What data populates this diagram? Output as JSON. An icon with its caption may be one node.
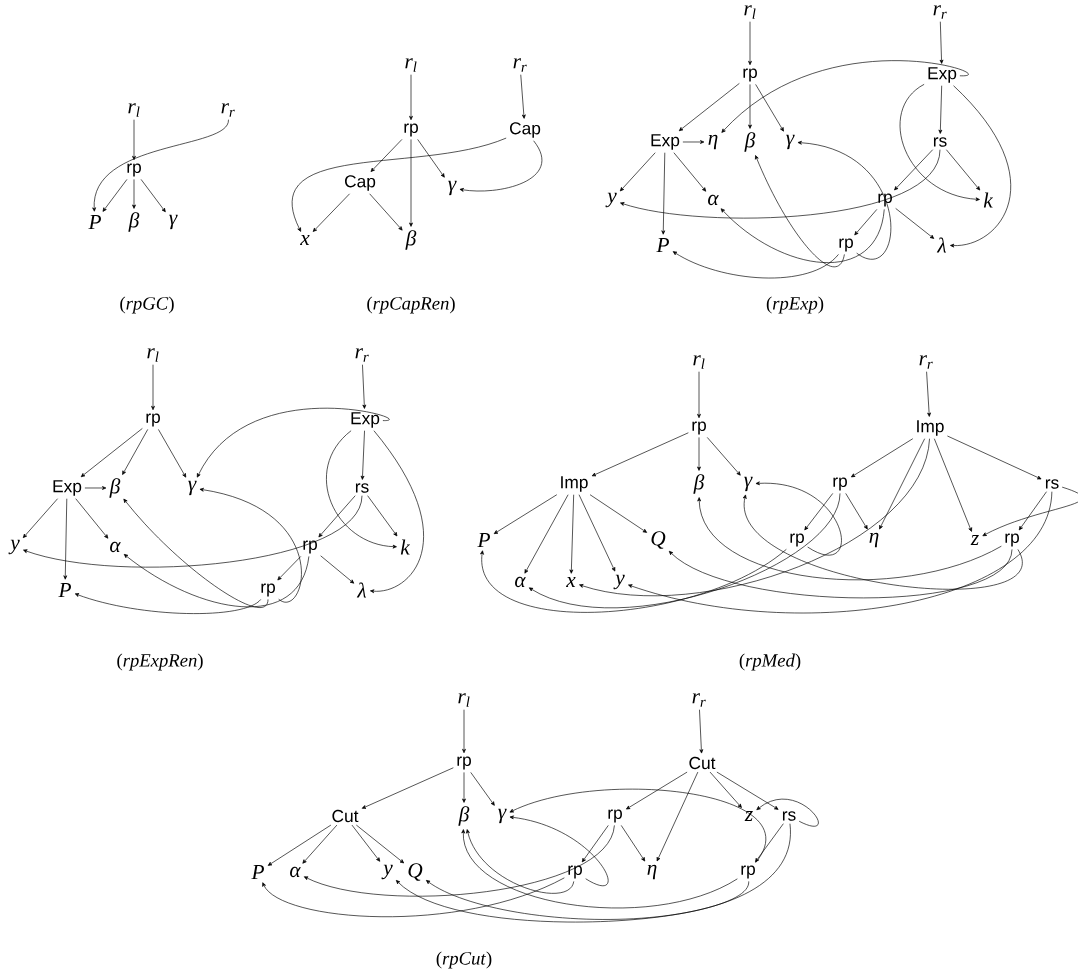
{
  "diagram": {
    "nodes": [
      {
        "text": [
          "r$_{l}$"
        ]
      },
      {
        "text": [
          "r$_{r}$"
        ]
      },
      {
        "text": [
          "rp"
        ]
      },
      {
        "text": [
          "P"
        ]
      },
      {
        "text": [
          "β"
        ]
      },
      {
        "text": [
          "γ"
        ]
      },
      {
        "text": [
          "r$_{l}$"
        ]
      },
      {
        "text": [
          "r$_{r}$"
        ]
      },
      {
        "text": [
          "rp"
        ]
      },
      {
        "text": [
          "Cap"
        ]
      },
      {
        "text": [
          "Cap"
        ]
      },
      {
        "text": [
          "γ"
        ]
      },
      {
        "text": [
          "x"
        ]
      },
      {
        "text": [
          "β"
        ]
      },
      {
        "text": [
          "r$_{l}$"
        ]
      },
      {
        "text": [
          "r$_{r}$"
        ]
      },
      {
        "text": [
          "rp"
        ]
      },
      {
        "text": [
          "Exp"
        ]
      },
      {
        "text": [
          "Exp"
        ]
      },
      {
        "text": [
          "η"
        ]
      },
      {
        "text": [
          "β"
        ]
      },
      {
        "text": [
          "γ"
        ]
      },
      {
        "text": [
          "rs"
        ]
      },
      {
        "text": [
          "y"
        ]
      },
      {
        "text": [
          "α"
        ]
      },
      {
        "text": [
          "rp"
        ]
      },
      {
        "text": [
          "k"
        ]
      },
      {
        "text": [
          "P"
        ]
      },
      {
        "text": [
          "rp"
        ]
      },
      {
        "text": [
          "λ"
        ]
      },
      {
        "text": [
          "r$_{l}$"
        ]
      },
      {
        "text": [
          "r$_{r}$"
        ]
      },
      {
        "text": [
          "rp"
        ]
      },
      {
        "text": [
          "Exp"
        ]
      },
      {
        "text": [
          "Exp"
        ]
      },
      {
        "text": [
          "β"
        ]
      },
      {
        "text": [
          "γ"
        ]
      },
      {
        "text": [
          "rs"
        ]
      },
      {
        "text": [
          "y"
        ]
      },
      {
        "text": [
          "α"
        ]
      },
      {
        "text": [
          "rp"
        ]
      },
      {
        "text": [
          "k"
        ]
      },
      {
        "text": [
          "P"
        ]
      },
      {
        "text": [
          "rp"
        ]
      },
      {
        "text": [
          "λ"
        ]
      },
      {
        "text": [
          "r$_{l}$"
        ]
      },
      {
        "text": [
          "r$_{r}$"
        ]
      },
      {
        "text": [
          "rp"
        ]
      },
      {
        "text": [
          "Imp"
        ]
      },
      {
        "text": [
          "Imp"
        ]
      },
      {
        "text": [
          "β"
        ]
      },
      {
        "text": [
          "γ"
        ]
      },
      {
        "text": [
          "rp"
        ]
      },
      {
        "text": [
          "rs"
        ]
      },
      {
        "text": [
          "P"
        ]
      },
      {
        "text": [
          "Q"
        ]
      },
      {
        "text": [
          "rp"
        ]
      },
      {
        "text": [
          "η"
        ]
      },
      {
        "text": [
          "z"
        ]
      },
      {
        "text": [
          "rp"
        ]
      },
      {
        "text": [
          "α"
        ]
      },
      {
        "text": [
          "x"
        ]
      },
      {
        "text": [
          "y"
        ]
      },
      {
        "text": [
          "r$_{l}$"
        ]
      },
      {
        "text": [
          "r$_{r}$"
        ]
      },
      {
        "text": [
          "rp"
        ]
      },
      {
        "text": [
          "Cut"
        ]
      },
      {
        "text": [
          "Cut"
        ]
      },
      {
        "text": [
          "β"
        ]
      },
      {
        "text": [
          "γ"
        ]
      },
      {
        "text": [
          "rp"
        ]
      },
      {
        "text": [
          "z"
        ]
      },
      {
        "text": [
          "rs"
        ]
      },
      {
        "text": [
          "P"
        ]
      },
      {
        "text": [
          "α"
        ]
      },
      {
        "text": [
          "y"
        ]
      },
      {
        "text": [
          "Q"
        ]
      },
      {
        "text": [
          "rp"
        ]
      },
      {
        "text": [
          "η"
        ]
      },
      {
        "text": [
          "rp"
        ]
      }
    ],
    "edges": [
      {
        "from": 0,
        "to": 2,
        "arrow": "to"
      },
      {
        "from": 1,
        "to": 3,
        "arrow": "to"
      },
      {
        "from": 2,
        "to": 3,
        "arrow": "to"
      },
      {
        "from": 2,
        "to": 4,
        "arrow": "to"
      },
      {
        "from": 2,
        "to": 5,
        "arrow": "to"
      },
      {
        "from": 6,
        "to": 8,
        "arrow": "to"
      },
      {
        "from": 7,
        "to": 9,
        "arrow": "to"
      },
      {
        "from": 8,
        "to": 10,
        "arrow": "to"
      },
      {
        "from": 8,
        "to": 13,
        "arrow": "to"
      },
      {
        "from": 8,
        "to": 11,
        "arrow": "to"
      },
      {
        "from": 10,
        "to": 12,
        "arrow": "to"
      },
      {
        "from": 10,
        "to": 13,
        "arrow": "to"
      },
      {
        "from": 9,
        "to": 12,
        "arrow": "to"
      },
      {
        "from": 9,
        "to": 11,
        "arrow": "to"
      },
      {
        "from": 14,
        "to": 16,
        "arrow": "to"
      },
      {
        "from": 15,
        "to": 17,
        "arrow": "to"
      },
      {
        "from": 16,
        "to": 18,
        "arrow": "to"
      },
      {
        "from": 16,
        "to": 20,
        "arrow": "to"
      },
      {
        "from": 16,
        "to": 21,
        "arrow": "to"
      },
      {
        "from": 18,
        "to": 19,
        "arrow": "to"
      },
      {
        "from": 17,
        "to": 19,
        "arrow": "to"
      },
      {
        "from": 17,
        "to": 22,
        "arrow": "to"
      },
      {
        "from": 17,
        "to": 26,
        "arrow": "to"
      },
      {
        "from": 17,
        "to": 29,
        "arrow": "to"
      },
      {
        "from": 22,
        "to": 25,
        "arrow": "to"
      },
      {
        "from": 22,
        "to": 26,
        "arrow": "to"
      },
      {
        "from": 22,
        "to": 23,
        "arrow": "to"
      },
      {
        "from": 18,
        "to": 23,
        "arrow": "to"
      },
      {
        "from": 18,
        "to": 27,
        "arrow": "to"
      },
      {
        "from": 18,
        "to": 24,
        "arrow": "to"
      },
      {
        "from": 25,
        "to": 28,
        "arrow": "to"
      },
      {
        "from": 25,
        "to": 29,
        "arrow": "to"
      },
      {
        "from": 28,
        "to": 27,
        "arrow": "to"
      },
      {
        "from": 28,
        "to": 21,
        "arrow": "to"
      },
      {
        "from": 28,
        "to": 20,
        "arrow": "to"
      },
      {
        "from": 25,
        "to": 24,
        "arrow": "to"
      },
      {
        "from": 30,
        "to": 32,
        "arrow": "to"
      },
      {
        "from": 31,
        "to": 33,
        "arrow": "to"
      },
      {
        "from": 32,
        "to": 34,
        "arrow": "to"
      },
      {
        "from": 32,
        "to": 35,
        "arrow": "to"
      },
      {
        "from": 32,
        "to": 36,
        "arrow": "to"
      },
      {
        "from": 34,
        "to": 35,
        "arrow": "to"
      },
      {
        "from": 33,
        "to": 36,
        "arrow": "to"
      },
      {
        "from": 33,
        "to": 37,
        "arrow": "to"
      },
      {
        "from": 33,
        "to": 41,
        "arrow": "to"
      },
      {
        "from": 33,
        "to": 44,
        "arrow": "to"
      },
      {
        "from": 37,
        "to": 40,
        "arrow": "to"
      },
      {
        "from": 37,
        "to": 41,
        "arrow": "to"
      },
      {
        "from": 37,
        "to": 38,
        "arrow": "to"
      },
      {
        "from": 34,
        "to": 38,
        "arrow": "to"
      },
      {
        "from": 34,
        "to": 42,
        "arrow": "to"
      },
      {
        "from": 34,
        "to": 39,
        "arrow": "to"
      },
      {
        "from": 40,
        "to": 43,
        "arrow": "to"
      },
      {
        "from": 40,
        "to": 44,
        "arrow": "to"
      },
      {
        "from": 43,
        "to": 42,
        "arrow": "to"
      },
      {
        "from": 43,
        "to": 36,
        "arrow": "to"
      },
      {
        "from": 43,
        "to": 35,
        "arrow": "to"
      },
      {
        "from": 40,
        "to": 39,
        "arrow": "to"
      },
      {
        "from": 45,
        "to": 47,
        "arrow": "to"
      },
      {
        "from": 46,
        "to": 48,
        "arrow": "to"
      },
      {
        "from": 47,
        "to": 49,
        "arrow": "to"
      },
      {
        "from": 47,
        "to": 50,
        "arrow": "to"
      },
      {
        "from": 47,
        "to": 51,
        "arrow": "to"
      },
      {
        "from": 49,
        "to": 54,
        "arrow": "to"
      },
      {
        "from": 49,
        "to": 60,
        "arrow": "to"
      },
      {
        "from": 49,
        "to": 61,
        "arrow": "to"
      },
      {
        "from": 49,
        "to": 62,
        "arrow": "to"
      },
      {
        "from": 49,
        "to": 55,
        "arrow": "to"
      },
      {
        "from": 48,
        "to": 52,
        "arrow": "to"
      },
      {
        "from": 48,
        "to": 57,
        "arrow": "to"
      },
      {
        "from": 48,
        "to": 61,
        "arrow": "to"
      },
      {
        "from": 48,
        "to": 58,
        "arrow": "to"
      },
      {
        "from": 48,
        "to": 53,
        "arrow": "to"
      },
      {
        "from": 53,
        "to": 59,
        "arrow": "to"
      },
      {
        "from": 53,
        "to": 58,
        "arrow": "to"
      },
      {
        "from": 53,
        "to": 62,
        "arrow": "to"
      },
      {
        "from": 52,
        "to": 56,
        "arrow": "to"
      },
      {
        "from": 52,
        "to": 57,
        "arrow": "to"
      },
      {
        "from": 52,
        "to": 60,
        "arrow": "to"
      },
      {
        "from": 56,
        "to": 54,
        "arrow": "to"
      },
      {
        "from": 56,
        "to": 51,
        "arrow": "to"
      },
      {
        "from": 59,
        "to": 50,
        "arrow": "to"
      },
      {
        "from": 59,
        "to": 55,
        "arrow": "to"
      },
      {
        "from": 59,
        "to": 51,
        "arrow": "to"
      },
      {
        "from": 63,
        "to": 65,
        "arrow": "to"
      },
      {
        "from": 64,
        "to": 66,
        "arrow": "to"
      },
      {
        "from": 65,
        "to": 67,
        "arrow": "to"
      },
      {
        "from": 65,
        "to": 68,
        "arrow": "to"
      },
      {
        "from": 65,
        "to": 69,
        "arrow": "to"
      },
      {
        "from": 67,
        "to": 73,
        "arrow": "to"
      },
      {
        "from": 67,
        "to": 74,
        "arrow": "to"
      },
      {
        "from": 67,
        "to": 75,
        "arrow": "to"
      },
      {
        "from": 67,
        "to": 76,
        "arrow": "to"
      },
      {
        "from": 66,
        "to": 70,
        "arrow": "to"
      },
      {
        "from": 66,
        "to": 78,
        "arrow": "to"
      },
      {
        "from": 66,
        "to": 71,
        "arrow": "to"
      },
      {
        "from": 66,
        "to": 72,
        "arrow": "to"
      },
      {
        "from": 72,
        "to": 71,
        "arrow": "to"
      },
      {
        "from": 70,
        "to": 77,
        "arrow": "to"
      },
      {
        "from": 70,
        "to": 78,
        "arrow": "to"
      },
      {
        "from": 72,
        "to": 79,
        "arrow": "to"
      },
      {
        "from": 70,
        "to": 74,
        "arrow": "to"
      },
      {
        "from": 77,
        "to": 73,
        "arrow": "to"
      },
      {
        "from": 77,
        "to": 69,
        "arrow": "to"
      },
      {
        "from": 79,
        "to": 68,
        "arrow": "to"
      },
      {
        "from": 79,
        "to": 75,
        "arrow": "to"
      },
      {
        "from": 79,
        "to": 69,
        "arrow": "to"
      },
      {
        "from": 72,
        "to": 76,
        "arrow": "to"
      },
      {
        "from": 77,
        "to": 68,
        "arrow": "to"
      }
    ],
    "labels": [
      "(*rpGC*)",
      "(*rpCapRen*)",
      "(*rpExp*)",
      "(*rpExpRen*)",
      "(*rpMed*)",
      "(*rpCut*)"
    ]
  }
}
